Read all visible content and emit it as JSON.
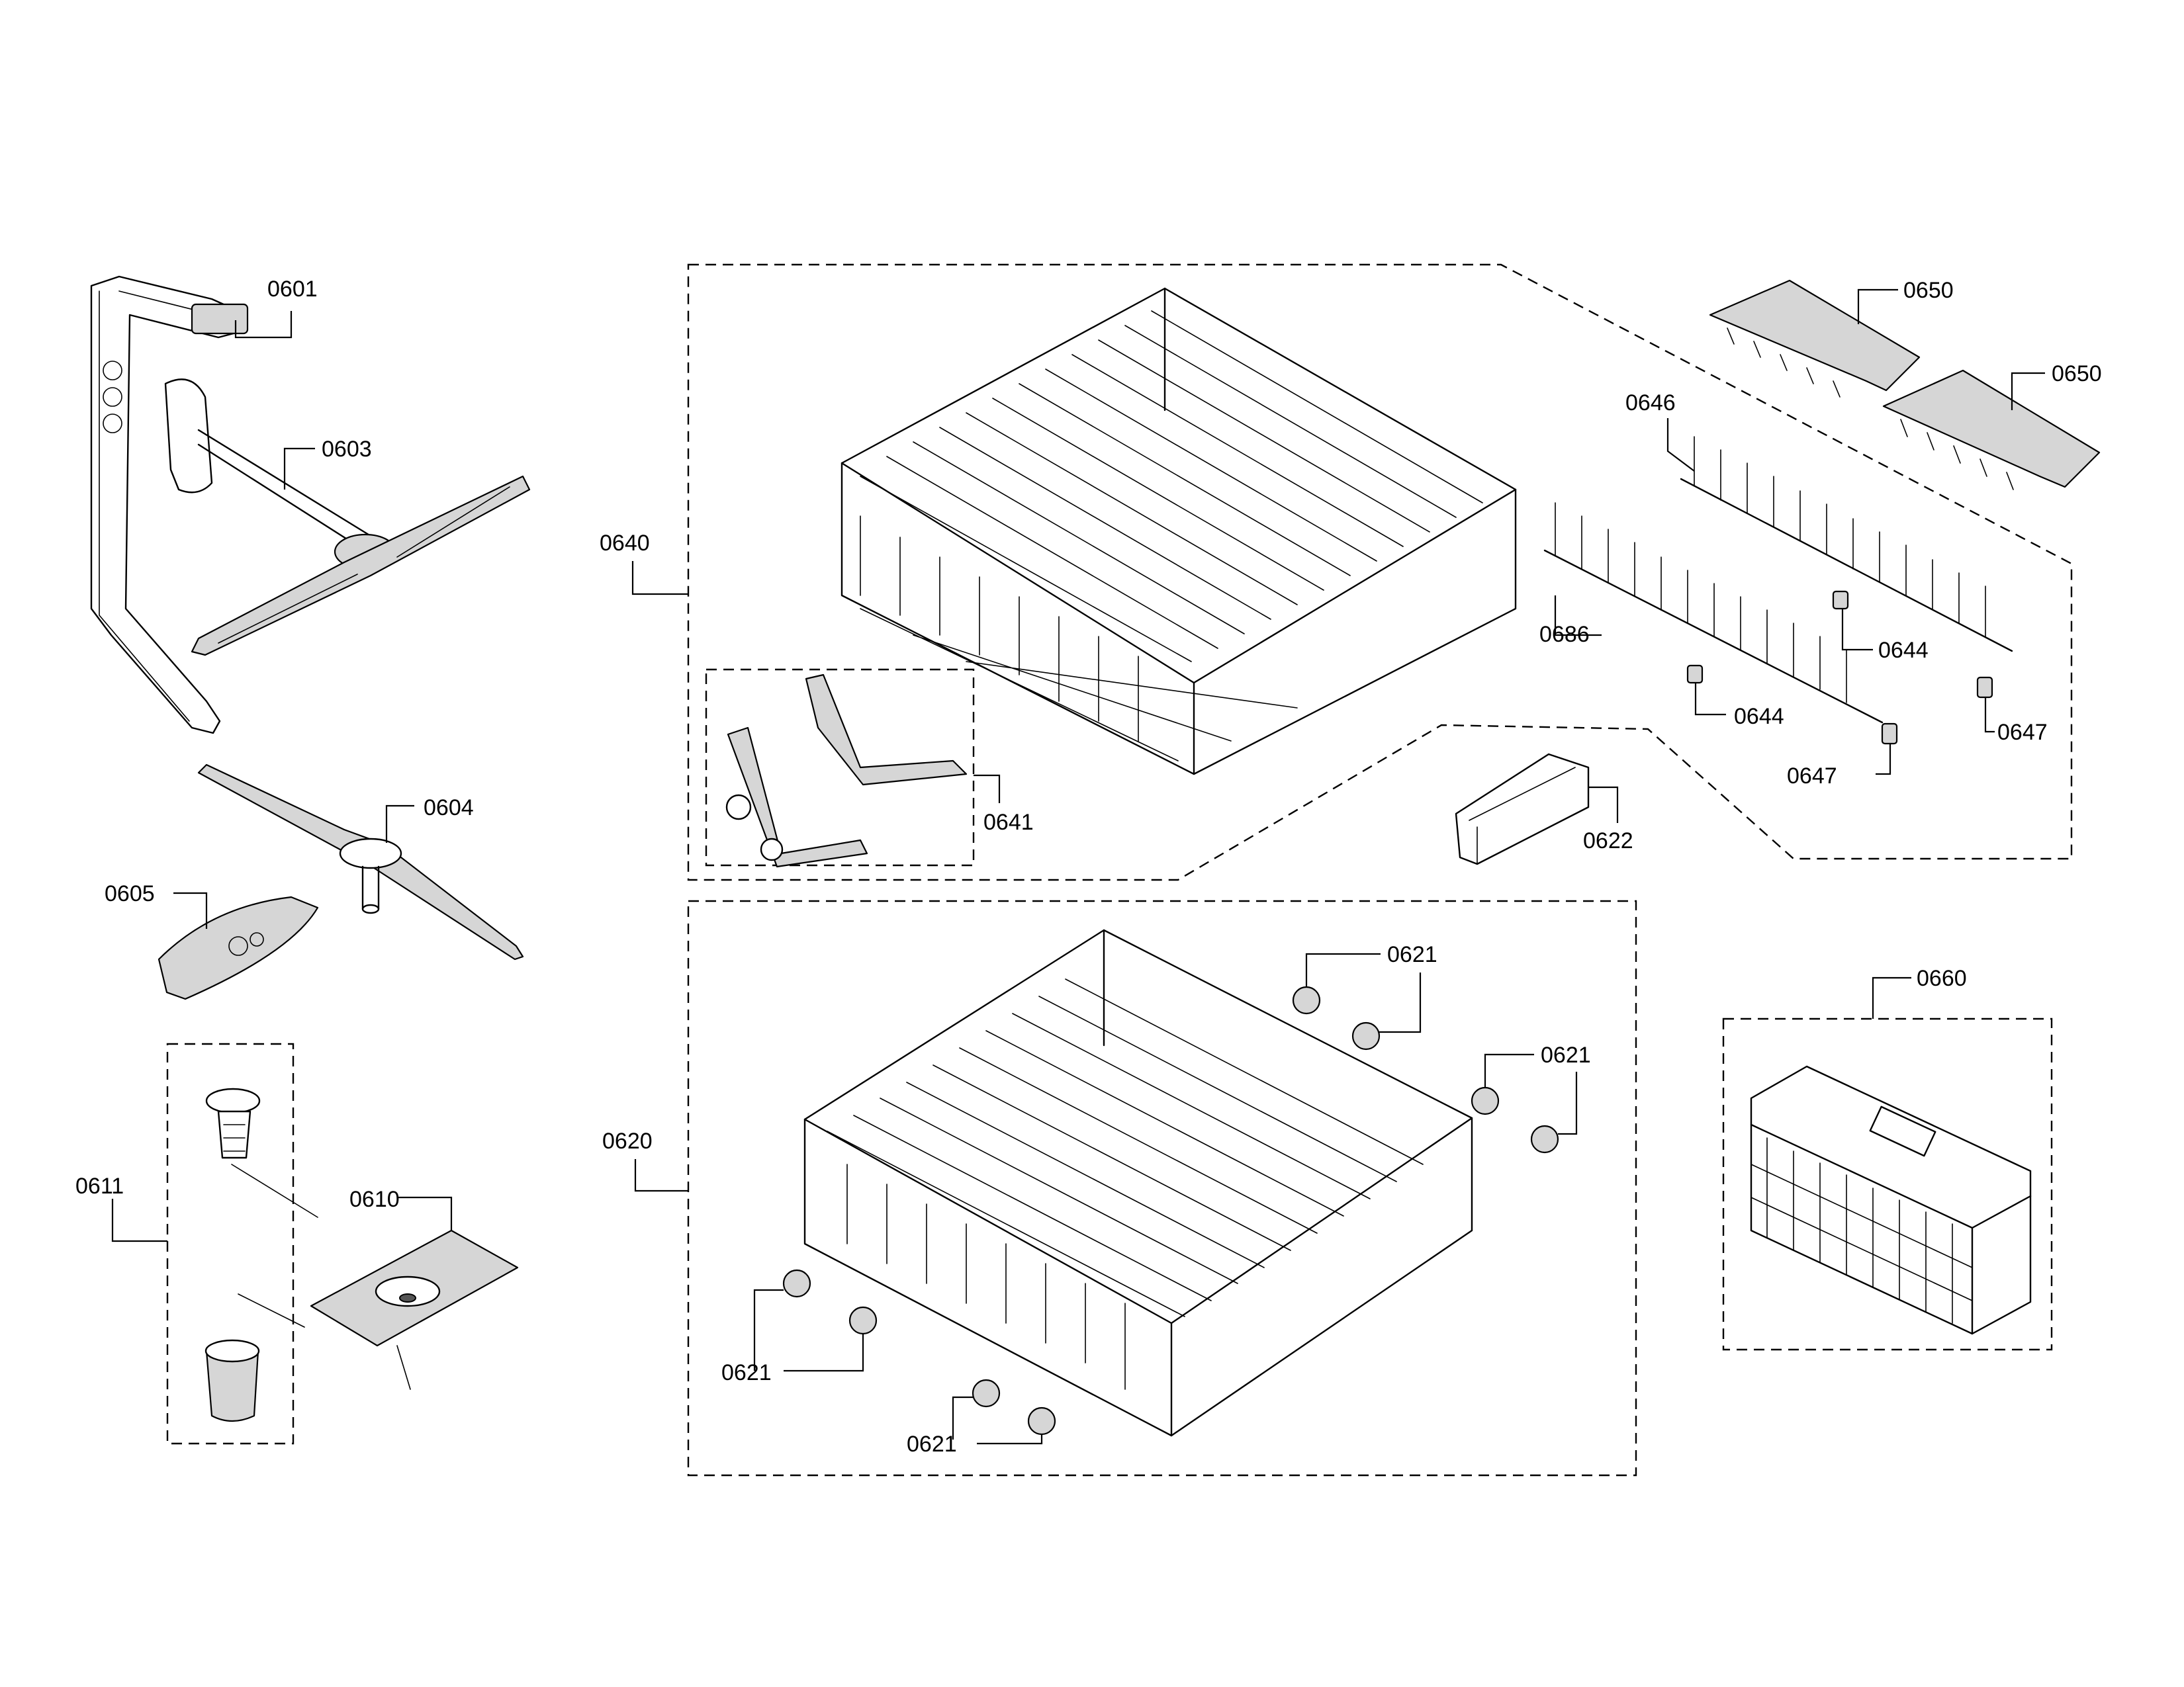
{
  "labels": {
    "p0601": "0601",
    "p0603": "0603",
    "p0604": "0604",
    "p0605": "0605",
    "p0610": "0610",
    "p0611": "0611",
    "p0620": "0620",
    "p0621a": "0621",
    "p0621b": "0621",
    "p0621c": "0621",
    "p0621d": "0621",
    "p0622": "0622",
    "p0640": "0640",
    "p0641": "0641",
    "p0644a": "0644",
    "p0644b": "0644",
    "p0646": "0646",
    "p0647a": "0647",
    "p0647b": "0647",
    "p0650a": "0650",
    "p0650b": "0650",
    "p0660": "0660",
    "p0686": "0686"
  }
}
